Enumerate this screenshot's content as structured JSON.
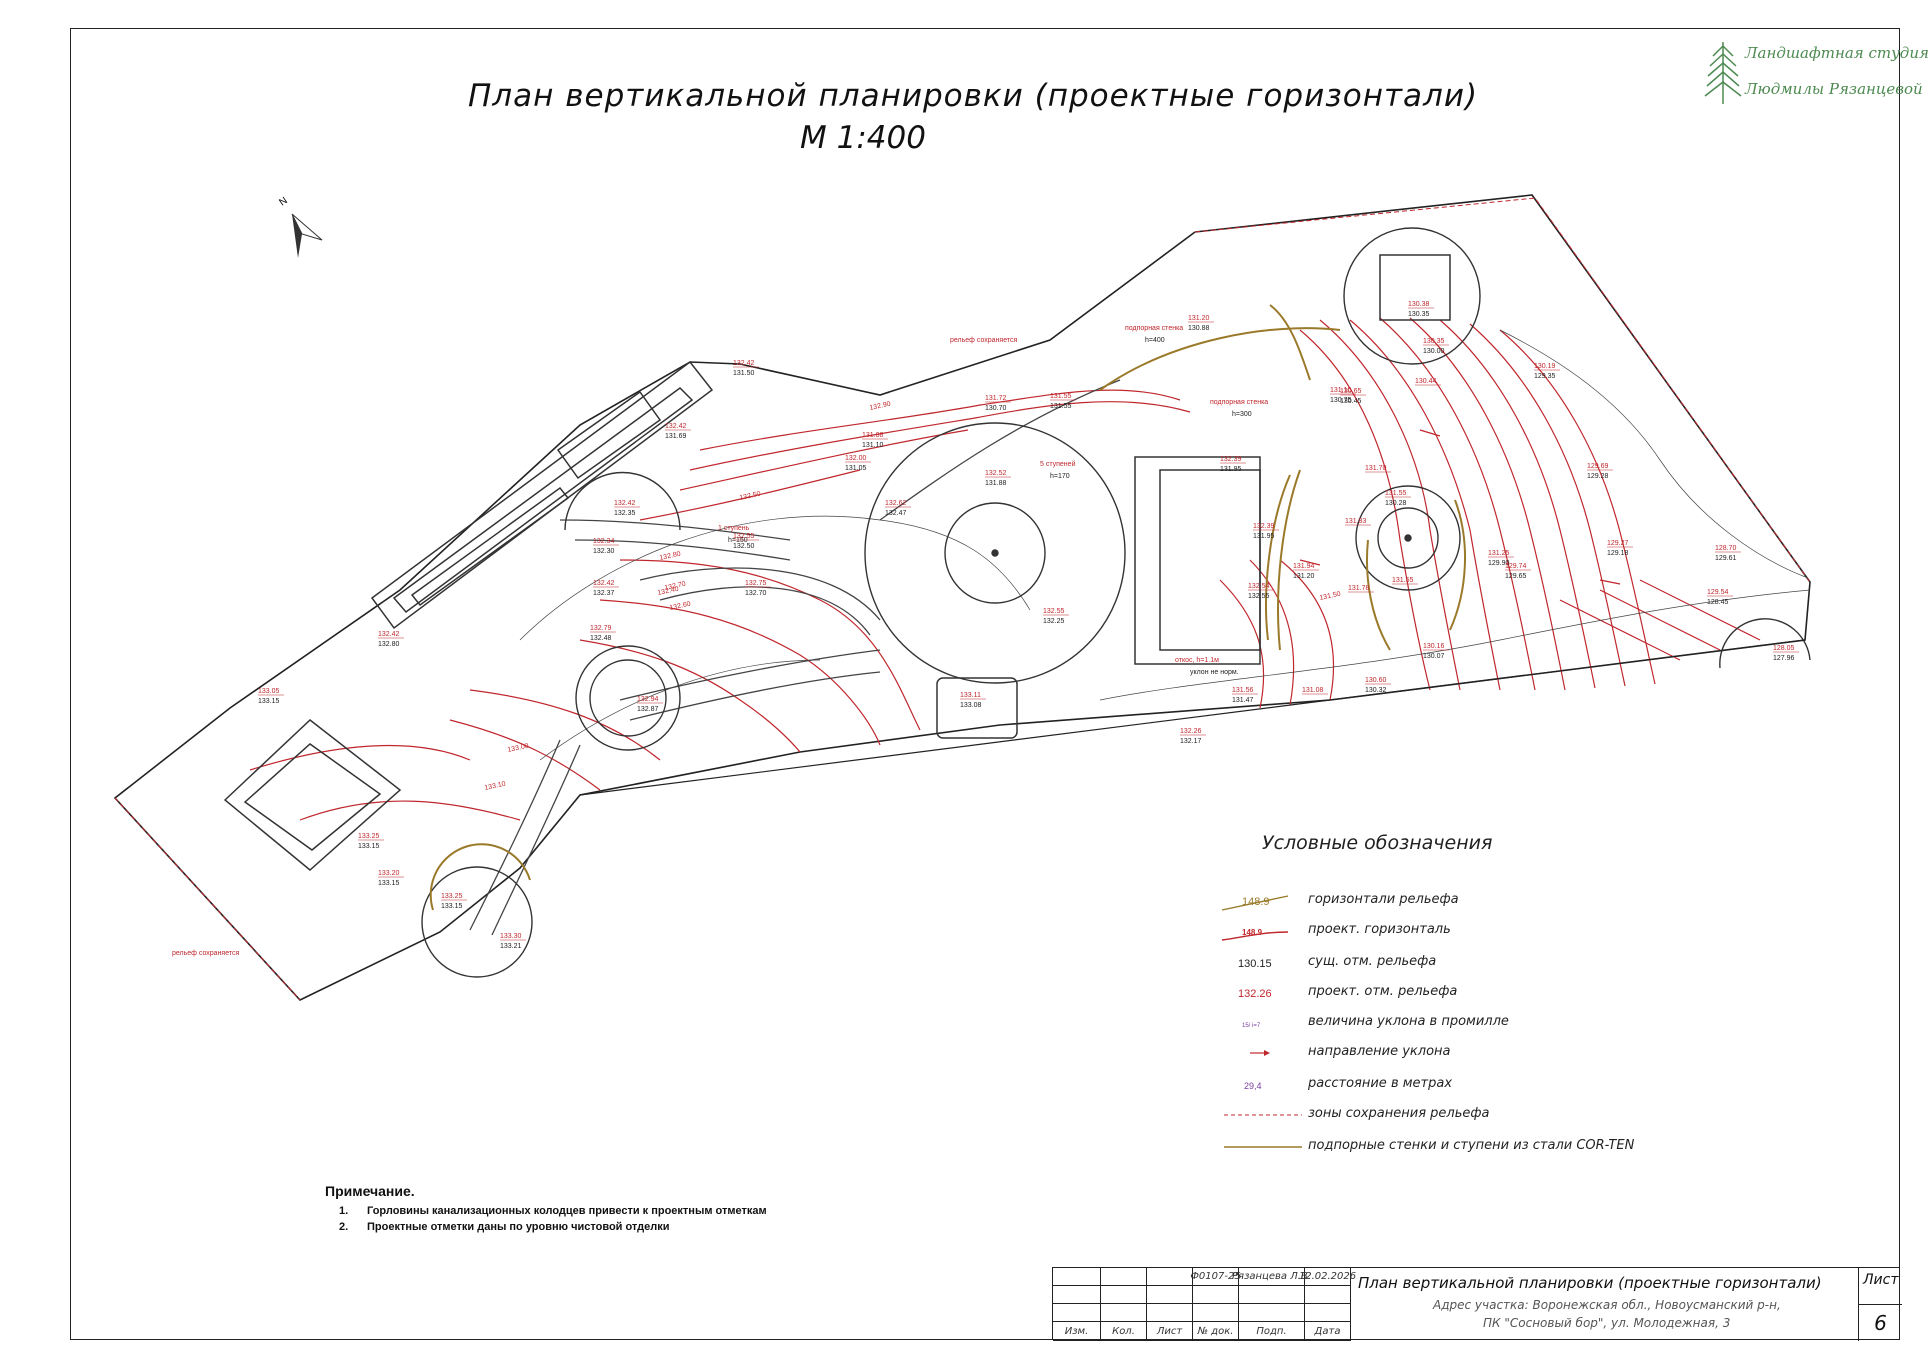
{
  "title": "План вертикальной планировки (проектные горизонтали)",
  "scale": "М 1:400",
  "logo": {
    "line1": "Ландшафтная студия",
    "line2": "Людмилы Рязанцевой"
  },
  "north_label": "N",
  "plan_labels": {
    "relief_kept_1": "рельеф сохраняется",
    "relief_kept_2": "рельеф сохраняется",
    "retaining_wall_1": "подпорная стенка",
    "retaining_wall_1_h": "h=400",
    "retaining_wall_2": "подпорная стенка",
    "retaining_wall_2_h": "h=300",
    "steps_5": "5 ступеней",
    "steps_5_h": "h=170",
    "steps_1": "1 ступень",
    "steps_1_h": "h=150",
    "slope_note": "откос, h=1.1м",
    "slope_note_2": "уклон не норм."
  },
  "elevations": [
    {
      "p": "132.42",
      "s": "131.50"
    },
    {
      "p": "132.42",
      "s": "131.69"
    },
    {
      "p": "131.88",
      "s": "131.10"
    },
    {
      "p": "132.00",
      "s": "131.05"
    },
    {
      "p": "131.72",
      "s": "130.70"
    },
    {
      "p": "131.55",
      "s": "131.55"
    },
    {
      "p": "131.20",
      "s": "130.88"
    },
    {
      "p": "132.52",
      "s": "131.88"
    },
    {
      "p": "132.62",
      "s": "132.47"
    },
    {
      "p": "132.42",
      "s": "132.35"
    },
    {
      "p": "132.34",
      "s": "132.30"
    },
    {
      "p": "132.55",
      "s": "132.50"
    },
    {
      "p": "132.42",
      "s": "132.37"
    },
    {
      "p": "132.75",
      "s": "132.70"
    },
    {
      "p": "132.79",
      "s": "132.48"
    },
    {
      "p": "132.42",
      "s": "132.80"
    },
    {
      "p": "133.05",
      "s": "133.15"
    },
    {
      "p": "132.94",
      "s": "132.87"
    },
    {
      "p": "133.11",
      "s": "133.08"
    },
    {
      "p": "132.55",
      "s": "132.25"
    },
    {
      "p": "133.25",
      "s": "133.15"
    },
    {
      "p": "133.20",
      "s": "133.15"
    },
    {
      "p": "133.25",
      "s": "133.15"
    },
    {
      "p": "133.30",
      "s": "133.21"
    },
    {
      "p": "132.26",
      "s": "132.17"
    },
    {
      "p": "131.56",
      "s": "131.47"
    },
    {
      "p": "131.08",
      "s": ""
    },
    {
      "p": "130.60",
      "s": "130.32"
    },
    {
      "p": "130.16",
      "s": "130.07"
    },
    {
      "p": "131.25",
      "s": "129.90"
    },
    {
      "p": "129.74",
      "s": "129.65"
    },
    {
      "p": "129.27",
      "s": "129.18"
    },
    {
      "p": "128.70",
      "s": "129.61"
    },
    {
      "p": "129.54",
      "s": "128.45"
    },
    {
      "p": "128.05",
      "s": "127.96"
    },
    {
      "p": "129.69",
      "s": "129.28"
    },
    {
      "p": "130.19",
      "s": "129.35"
    },
    {
      "p": "130.35",
      "s": "130.00"
    },
    {
      "p": "130.38",
      "s": "130.35"
    },
    {
      "p": "131.10",
      "s": "130.75"
    },
    {
      "p": "130.65",
      "s": "130.45"
    },
    {
      "p": "130.44",
      "s": ""
    },
    {
      "p": "132.39",
      "s": "131.95"
    },
    {
      "p": "131.70",
      "s": ""
    },
    {
      "p": "131.55",
      "s": "130.28"
    },
    {
      "p": "132.39",
      "s": "131.95"
    },
    {
      "p": "131.94",
      "s": "131.20"
    },
    {
      "p": "132.54",
      "s": "132.55"
    },
    {
      "p": "131.83",
      "s": ""
    },
    {
      "p": "131.55",
      "s": ""
    },
    {
      "p": "131.78",
      "s": ""
    }
  ],
  "contours_project": [
    "132.90",
    "132.50",
    "132.80",
    "132.70",
    "132.60",
    "133.00",
    "133.10",
    "132.40",
    "131.50"
  ],
  "legend": {
    "title": "Условные обозначения",
    "items": [
      {
        "sample": "148.9",
        "label": "горизонтали рельефа"
      },
      {
        "sample": "148.9",
        "label": "проект. горизонталь"
      },
      {
        "sample": "130.15",
        "label": "сущ. отм. рельефа"
      },
      {
        "sample": "132.26",
        "label": "проект. отм. рельефа"
      },
      {
        "sample": "15/ i=7",
        "label": "величина уклона в промилле"
      },
      {
        "sample": "",
        "label": "направление уклона"
      },
      {
        "sample": "29,4",
        "label": "расстояние в метрах"
      },
      {
        "sample": "",
        "label": "зоны сохранения рельефа"
      },
      {
        "sample": "",
        "label": "подпорные стенки и ступени из стали COR-TEN"
      }
    ]
  },
  "notes": {
    "title": "Примечание.",
    "items": [
      {
        "num": "1.",
        "text": "Горловины канализационных колодцев привести к проектным отметкам"
      },
      {
        "num": "2.",
        "text": "Проектные отметки даны по уровню чистовой отделки"
      }
    ]
  },
  "stamp": {
    "code": "Ф0107-25",
    "author": "Рязанцева Л.В.",
    "date": "12.02.2026",
    "headers": [
      "Изм.",
      "Кол.",
      "Лист",
      "№ док.",
      "Подп.",
      "Дата"
    ],
    "title": "План вертикальной планировки (проектные горизонтали)",
    "address1": "Адрес участка: Воронежская обл., Новоусманский р-н,",
    "address2": "ПК \"Сосновый бор\", ул. Молодежная, 3",
    "sheet_label": "Лист",
    "sheet_num": "6"
  },
  "colors": {
    "project": "#c0272d",
    "existing": "#222222",
    "corten": "#9a7a2a",
    "slope": "#7a3ea0",
    "logo": "#4d8a50"
  }
}
